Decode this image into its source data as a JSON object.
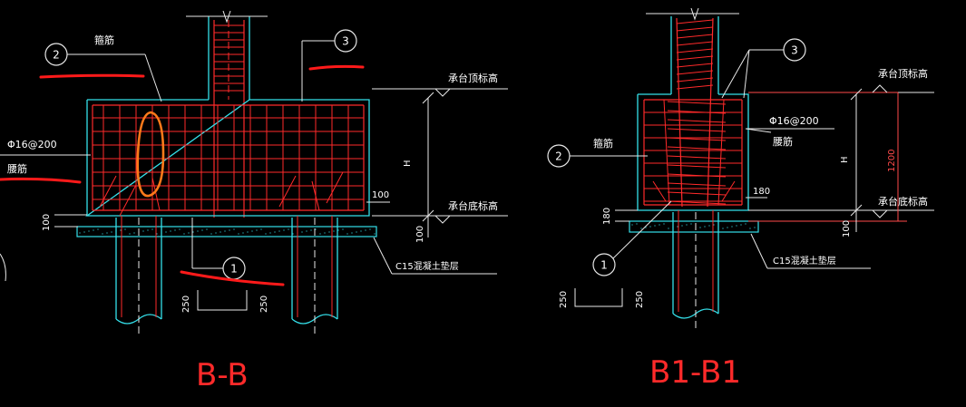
{
  "left_section": {
    "title": "B-B",
    "bubbles": [
      "2",
      "3",
      "1"
    ],
    "labels": {
      "stirrup": "箍筋",
      "rebar_spec": "Φ16@200",
      "waist_rebar": "腰筋",
      "top_elev": "承台顶标高",
      "bottom_elev": "承台底标高",
      "cushion": "C15混凝土垫层",
      "height": "H"
    },
    "dims": {
      "d100_left": "100",
      "d100_right": "100",
      "d100_bottom": "100",
      "d250_a": "250",
      "d250_b": "250"
    }
  },
  "right_section": {
    "title": "B1-B1",
    "bubbles": [
      "3",
      "2",
      "1"
    ],
    "labels": {
      "stirrup": "箍筋",
      "rebar_spec": "Φ16@200",
      "waist_rebar": "腰筋",
      "top_elev": "承台顶标高",
      "bottom_elev": "承台底标高",
      "cushion": "C15混凝土垫层",
      "height": "H"
    },
    "dims": {
      "d180_right": "180",
      "d180_left": "180",
      "d1200": "1200",
      "d100_bottom": "100",
      "d250_a": "250",
      "d250_b": "250"
    }
  },
  "colors": {
    "background": "#000000",
    "concrete_outline": "#34e0ea",
    "rebar": "#ff2a2a",
    "annotation": "#e8e8e8",
    "markup": "#ff2a2a",
    "highlight": "#ff7a1a"
  }
}
